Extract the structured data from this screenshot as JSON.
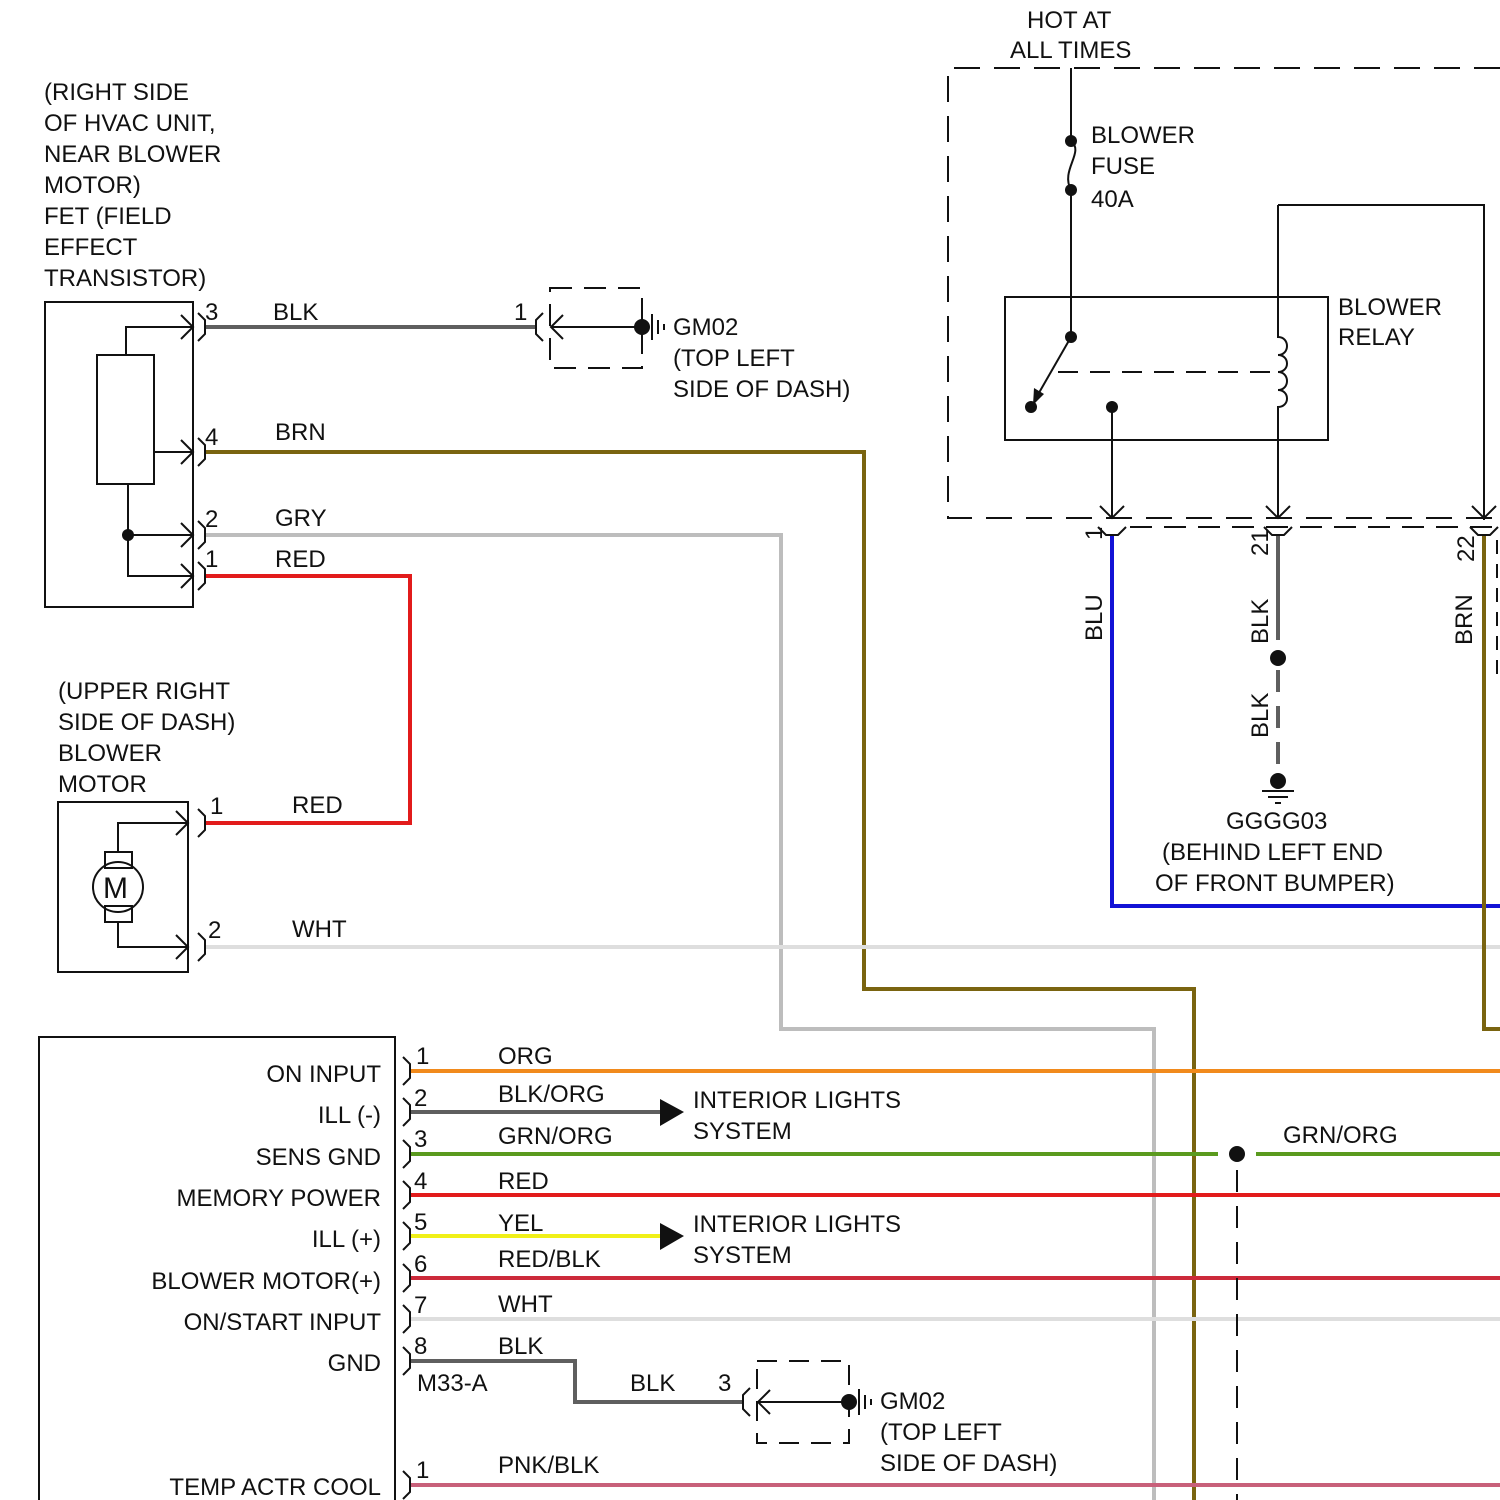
{
  "colors": {
    "BLK": "#5f5f5f",
    "BRN": "#7a6410",
    "GRY": "#bdbdbd",
    "RED": "#e21b1b",
    "WHT": "#dedede",
    "BLU": "#1212d6",
    "ORG": "#f18a1c",
    "BLK_ORG": "#5f5f5f",
    "GRN_ORG": "#5a9a1e",
    "YEL": "#f0f018",
    "RED_BLK": "#cc2a3a",
    "PNK_BLK": "#c8607a"
  },
  "fet": {
    "location_lines": [
      "(RIGHT SIDE",
      "OF HVAC UNIT,",
      "NEAR BLOWER",
      "MOTOR)",
      "FET (FIELD",
      "EFFECT",
      "TRANSISTOR)"
    ],
    "pins": [
      {
        "pin": "3",
        "wire": "BLK"
      },
      {
        "pin": "4",
        "wire": "BRN"
      },
      {
        "pin": "2",
        "wire": "GRY"
      },
      {
        "pin": "1",
        "wire": "RED"
      }
    ]
  },
  "ground_top": {
    "pin": "1",
    "name": "GM02",
    "location_lines": [
      "(TOP LEFT",
      "SIDE OF DASH)"
    ]
  },
  "blower_motor": {
    "location_lines": [
      "(UPPER RIGHT",
      "SIDE OF DASH)",
      "BLOWER",
      "MOTOR"
    ],
    "symbol": "M",
    "pins": [
      {
        "pin": "1",
        "wire": "RED"
      },
      {
        "pin": "2",
        "wire": "WHT"
      }
    ]
  },
  "fuse_box": {
    "hot_label_lines": [
      "HOT AT",
      "ALL TIMES"
    ],
    "fuse_label_lines": [
      "BLOWER",
      "FUSE",
      "40A"
    ],
    "relay_label_lines": [
      "BLOWER",
      "RELAY"
    ],
    "pins": [
      {
        "pin": "1",
        "wire": "BLU"
      },
      {
        "pin": "21",
        "wire": "BLK"
      },
      {
        "pin": "22",
        "wire": "BRN"
      }
    ]
  },
  "ground_front": {
    "wire_upper": "BLK",
    "wire_lower": "BLK",
    "name": "GGGG03",
    "location_lines": [
      "(BEHIND LEFT END",
      "OF FRONT BUMPER)"
    ]
  },
  "control_module": {
    "connector": "M33-A",
    "pins": [
      {
        "label": "ON INPUT",
        "pin": "1",
        "wire": "ORG"
      },
      {
        "label": "ILL (-)",
        "pin": "2",
        "wire": "BLK/ORG"
      },
      {
        "label": "SENS GND",
        "pin": "3",
        "wire": "GRN/ORG"
      },
      {
        "label": "MEMORY POWER",
        "pin": "4",
        "wire": "RED"
      },
      {
        "label": "ILL (+)",
        "pin": "5",
        "wire": "YEL"
      },
      {
        "label": "BLOWER MOTOR(+)",
        "pin": "6",
        "wire": "RED/BLK"
      },
      {
        "label": "ON/START INPUT",
        "pin": "7",
        "wire": "WHT"
      },
      {
        "label": "GND",
        "pin": "8",
        "wire": "BLK"
      }
    ],
    "second_connector_pins": [
      {
        "label": "TEMP ACTR COOL",
        "pin": "1",
        "wire": "PNK/BLK"
      }
    ],
    "interior_lights_lines": [
      "INTERIOR LIGHTS",
      "SYSTEM"
    ],
    "splice_wire": "GRN/ORG"
  },
  "ground_bottom": {
    "wire": "BLK",
    "pin": "3",
    "name": "GM02",
    "location_lines": [
      "(TOP LEFT",
      "SIDE OF DASH)"
    ]
  }
}
